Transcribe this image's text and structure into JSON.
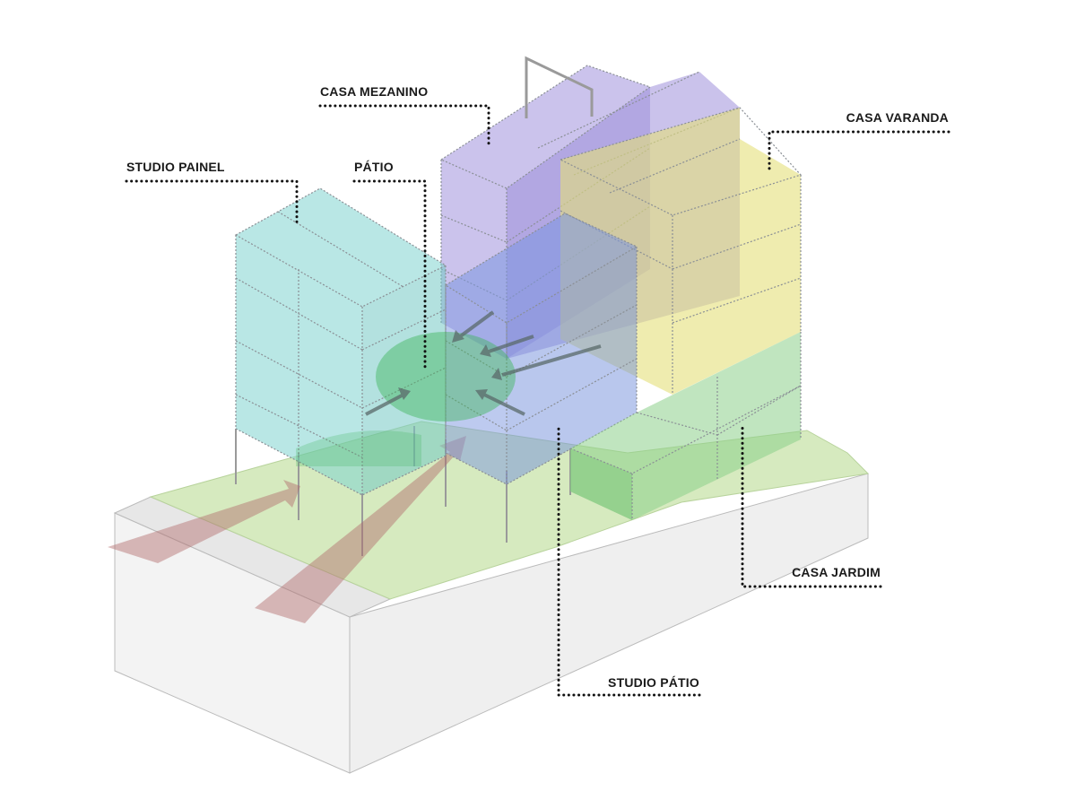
{
  "labels": {
    "casa_mezanino": "CASA MEZANINO",
    "casa_varanda": "CASA VARANDA",
    "studio_painel": "STUDIO PAINEL",
    "patio": "PÁTIO",
    "casa_jardim": "CASA JARDIM",
    "studio_patio": "STUDIO PÁTIO"
  },
  "colors": {
    "studio_painel": "#7fd3cf",
    "casa_mezanino": "#a99be0",
    "casa_varanda": "#e4e07a",
    "studio_patio": "#7b95e0",
    "casa_jardim": "#8ccf8a",
    "patio_circle": "#3fb55a",
    "ground": "#cfe6b3",
    "access_arrow": "#b26a6a",
    "flow_arrow": "#5a6a6a"
  }
}
